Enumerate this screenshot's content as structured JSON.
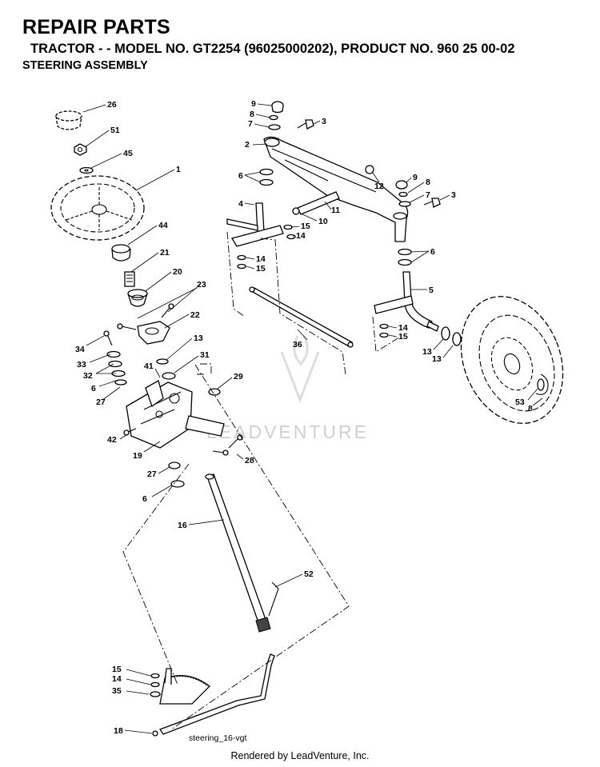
{
  "header": {
    "title": "REPAIR PARTS",
    "subtitle": "TRACTOR - - MODEL NO. GT2254 (96025000202), PRODUCT NO. 960 25 00-02",
    "section": "STEERING ASSEMBLY"
  },
  "diagram": {
    "caption": "steering_16-vgt",
    "watermark": "LEADVENTURE",
    "callouts": [
      {
        "label": "26"
      },
      {
        "label": "51"
      },
      {
        "label": "45"
      },
      {
        "label": "1"
      },
      {
        "label": "44"
      },
      {
        "label": "21"
      },
      {
        "label": "20"
      },
      {
        "label": "23"
      },
      {
        "label": "22"
      },
      {
        "label": "13"
      },
      {
        "label": "34"
      },
      {
        "label": "33"
      },
      {
        "label": "32"
      },
      {
        "label": "6"
      },
      {
        "label": "27"
      },
      {
        "label": "41"
      },
      {
        "label": "31"
      },
      {
        "label": "29"
      },
      {
        "label": "42"
      },
      {
        "label": "19"
      },
      {
        "label": "28"
      },
      {
        "label": "27"
      },
      {
        "label": "6"
      },
      {
        "label": "16"
      },
      {
        "label": "52"
      },
      {
        "label": "15"
      },
      {
        "label": "14"
      },
      {
        "label": "35"
      },
      {
        "label": "18"
      },
      {
        "label": "9"
      },
      {
        "label": "8"
      },
      {
        "label": "7"
      },
      {
        "label": "3"
      },
      {
        "label": "2"
      },
      {
        "label": "12"
      },
      {
        "label": "9"
      },
      {
        "label": "8"
      },
      {
        "label": "7"
      },
      {
        "label": "3"
      },
      {
        "label": "6"
      },
      {
        "label": "4"
      },
      {
        "label": "10"
      },
      {
        "label": "11"
      },
      {
        "label": "15"
      },
      {
        "label": "14"
      },
      {
        "label": "14"
      },
      {
        "label": "15"
      },
      {
        "label": "6"
      },
      {
        "label": "5"
      },
      {
        "label": "14"
      },
      {
        "label": "15"
      },
      {
        "label": "36"
      },
      {
        "label": "13"
      },
      {
        "label": "13"
      },
      {
        "label": "53"
      },
      {
        "label": "8"
      }
    ]
  },
  "footer": {
    "text": "Rendered by LeadVenture, Inc."
  }
}
